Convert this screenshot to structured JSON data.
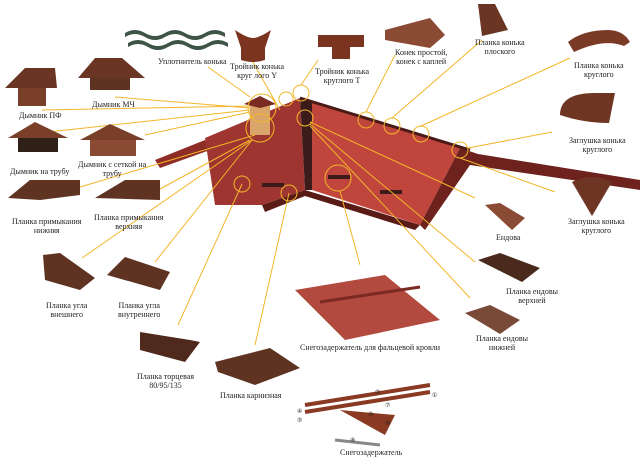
{
  "colors": {
    "leader": "#f3b62b",
    "roof_light": "#c0453c",
    "roof_dark": "#8e2c26",
    "metal_brown": "#6b3524",
    "metal_mid": "#8a4a33",
    "seal_green": "#3d5446",
    "chimney": "#d9a56a"
  },
  "labels": {
    "seal": "Уплотнитель конька",
    "tee_y": [
      "Тройник конька",
      "круг лого Y"
    ],
    "tee_t": [
      "Тройник конька",
      "круглого Т"
    ],
    "ridge_simple": [
      "Конек простой,",
      "конек с каплей"
    ],
    "ridge_flat": [
      "Планка конька",
      "плоского"
    ],
    "ridge_round": [
      "Планка конька",
      "круглого"
    ],
    "cap_round_1": [
      "Заглушка конька",
      "круглого"
    ],
    "cap_round_2": [
      "Заглушка конька",
      "круглого"
    ],
    "vent_mch": "Дымник МЧ",
    "vent_pf": "Дымник ПФ",
    "vent_pipe": "Дымник на трубу",
    "vent_mesh": [
      "Дымник с сеткой на",
      "трубу"
    ],
    "abut_lower": [
      "Планка примыкания",
      "нижняя"
    ],
    "abut_upper": [
      "Планка примыкания",
      "верхняя"
    ],
    "corner_outer": [
      "Планка угла",
      "внешнего"
    ],
    "corner_inner": [
      "Планка угла",
      "внутреннего"
    ],
    "end_strip": [
      "Планка торцевая",
      "80/95/135"
    ],
    "eave_strip": "Планка карнизная",
    "snow_seam": "Снегозадержатель для фальцевой кровли",
    "snow_guard": "Снегозадержатель",
    "valley": "Ендова",
    "valley_upper": [
      "Планка ендовы",
      "верхней"
    ],
    "valley_lower": [
      "Планка ендовы",
      "нижней"
    ]
  },
  "snow_guard_parts": [
    "①",
    "②",
    "③",
    "④",
    "⑤",
    "⑥",
    "⑦",
    "⑧"
  ]
}
